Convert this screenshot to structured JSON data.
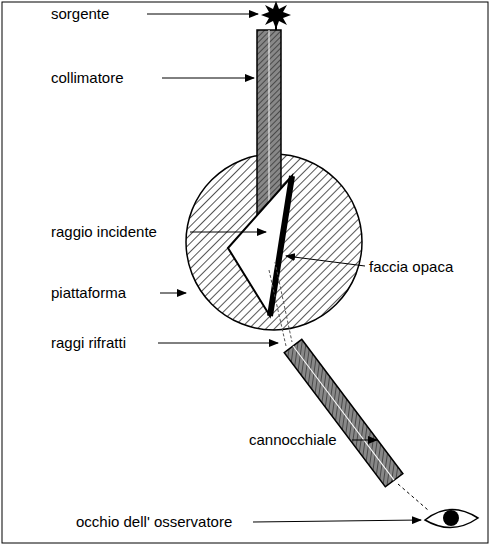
{
  "diagram": {
    "labels": [
      "sorgente",
      "collimatore",
      "raggio incidente",
      "piattaforma",
      "faccia opaca",
      "raggi rifratti",
      "cannocchiale",
      "occhio dell' osservatore"
    ]
  }
}
